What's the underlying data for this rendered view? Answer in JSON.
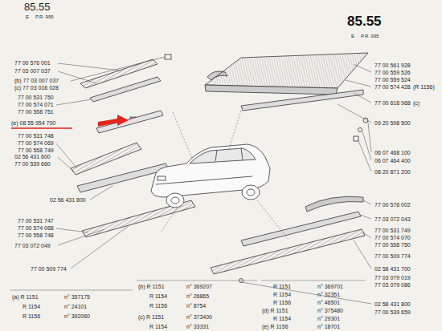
{
  "diagram": {
    "title": "85.55",
    "labels": [
      "85.55",
      "E",
      "P.R. 995",
      "E",
      "P.R. 995",
      "77 00 576 001",
      "77 03 007 037",
      "(b) 77 03 007 037",
      "(c) 77 03 016 028",
      "77 00 531 750",
      "77 00 574 071",
      "77 00 558 751",
      "(e) 08 55 954 700",
      "77 00 531 748",
      "77 00 574 069",
      "77 00 558 749",
      "02 56 431 600",
      "77 00 539 660",
      "02 56 431 800",
      "77 00 531 747",
      "77 00 574 068",
      "77 00 558 748",
      "77 03 072 049",
      "77 00 509 774",
      "77 00 561 928",
      "77 00 559 526",
      "77 00 559 524",
      "77 00 574 428",
      "(R 1156)",
      "77 00 618 968",
      "(c)",
      "09 20 598 500",
      "06 07 468 100",
      "06 07 464 400",
      "08 20 871 200",
      "77 00 576 002",
      "77 03 072 043",
      "77 00 531 749",
      "77 00 574 070",
      "77 00 558 750",
      "77 00 509 774",
      "02 58 431 700",
      "77 03 079 019",
      "77 03 079 086",
      "02 58 431 800",
      "77 00 539 659",
      "(a) R 1151",
      "n° 357175",
      "R 1154",
      "n° 24101",
      "R 1156",
      "n° 392060",
      "(b) R 1151",
      "n° 369207",
      "R 1154",
      "n° 26865",
      "R 1156",
      "n° 8754",
      "(c) R 1151",
      "n° 373400",
      "R 1154",
      "n° 33331",
      "R 1151",
      "n° 369701",
      "R 1154",
      "n° 32351",
      "R 1156",
      "n° 46501",
      "(d) R 1151",
      "n° 375480",
      "R 1154",
      "n° 29301",
      "(e) R 1156",
      "n° 18701"
    ]
  }
}
